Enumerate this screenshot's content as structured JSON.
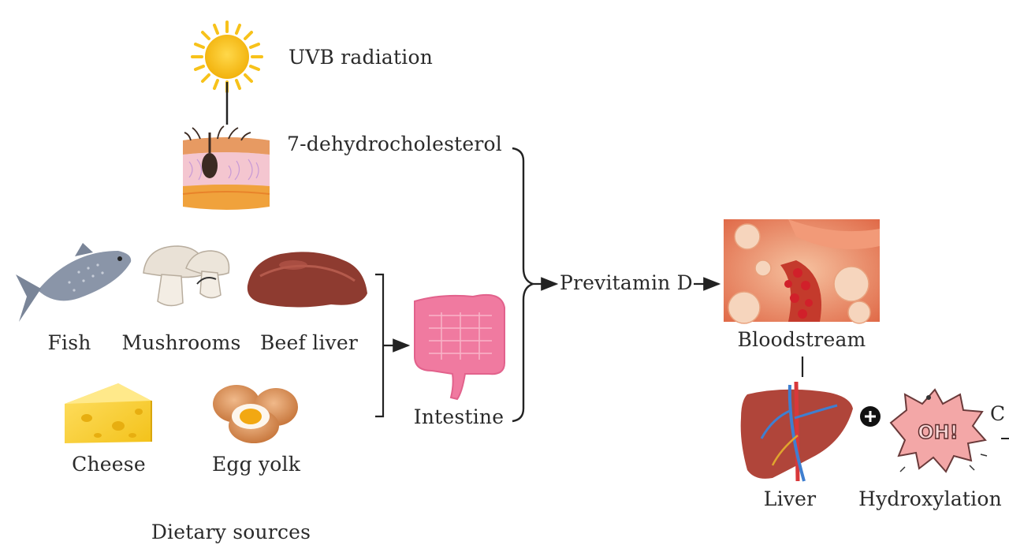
{
  "labels": {
    "uvb": "UVB radiation",
    "dhc": "7-dehydrocholesterol",
    "fish": "Fish",
    "mushrooms": "Mushrooms",
    "beef_liver": "Beef liver",
    "cheese": "Cheese",
    "egg_yolk": "Egg yolk",
    "dietary_sources": "Dietary sources",
    "intestine": "Intestine",
    "previtamin": "Previtamin D",
    "bloodstream": "Bloodstream",
    "liver": "Liver",
    "hydroxylation": "Hydroxylation",
    "oh_text": "OH!",
    "cut_text": "C"
  },
  "colors": {
    "sun": "#f7c21a",
    "skin": "#f0b57c",
    "intestine": "#f07aa0",
    "liver": "#b0453a",
    "blood": "#e0503a",
    "hydroxylation": "#f3a7a7"
  }
}
